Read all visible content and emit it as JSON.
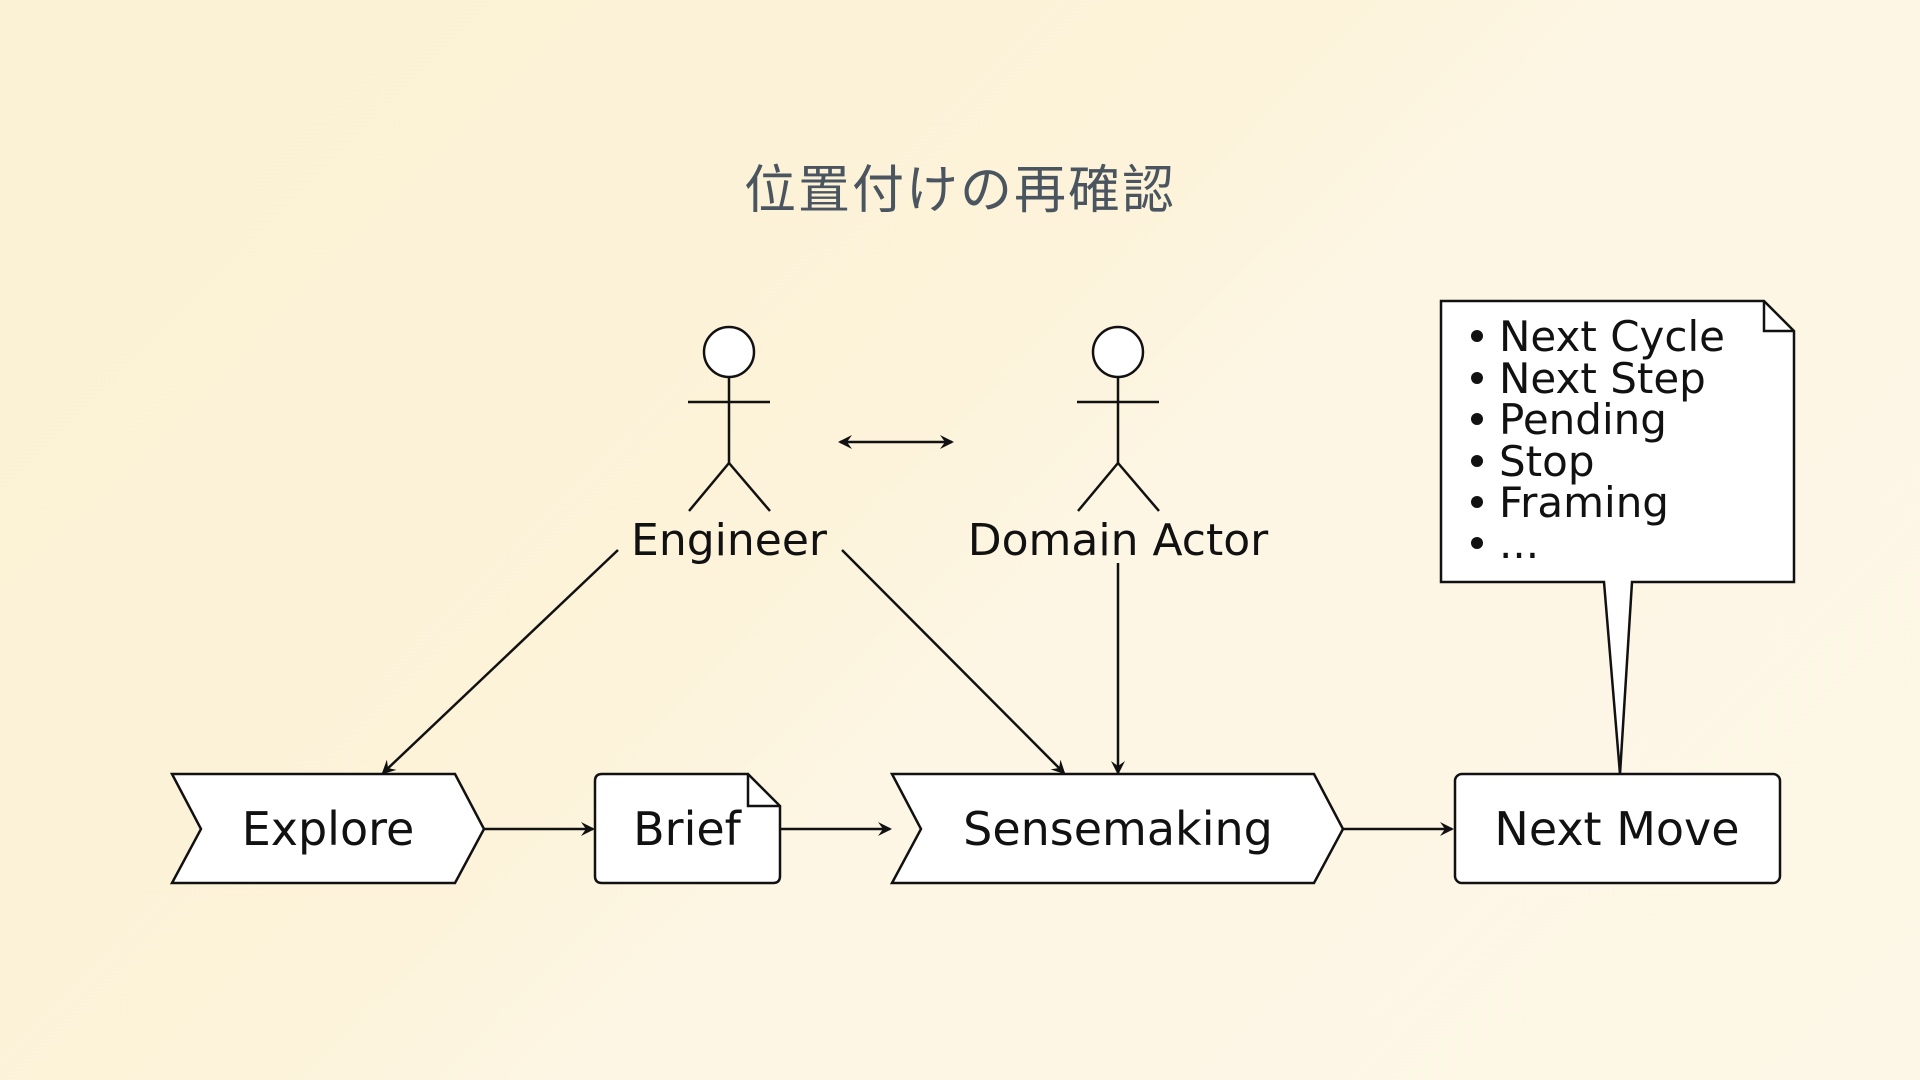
{
  "title": "位置付けの再確認",
  "actors": {
    "engineer": "Engineer",
    "domain_actor": "Domain Actor"
  },
  "steps": {
    "explore": "Explore",
    "brief": "Brief",
    "sensemaking": "Sensemaking",
    "next_move": "Next Move"
  },
  "note": {
    "items": [
      "Next Cycle",
      "Next Step",
      "Pending",
      "Stop",
      "Framing",
      "..."
    ]
  },
  "colors": {
    "background": "#fcf3da",
    "title": "#4a5560",
    "stroke": "#111111",
    "shape_fill": "#ffffff"
  }
}
